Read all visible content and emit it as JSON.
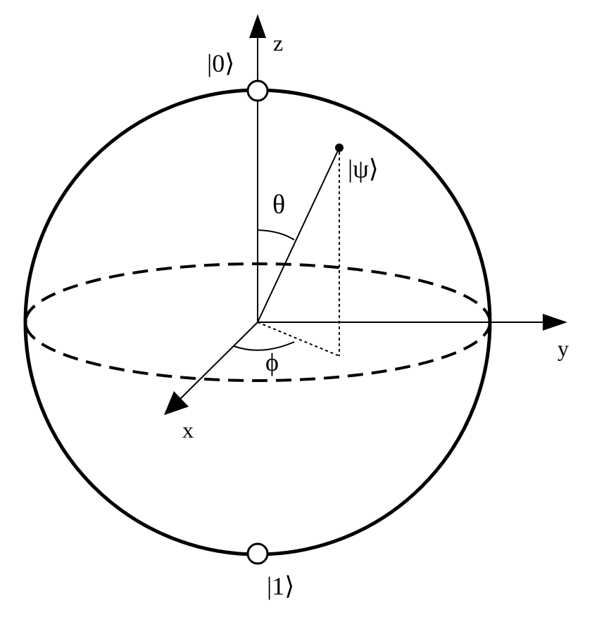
{
  "labels": {
    "ket0": "|0⟩",
    "ket1": "|1⟩",
    "psi": "|ψ⟩",
    "theta": "θ",
    "phi": "ϕ",
    "z": "z",
    "y": "y",
    "x": "x"
  },
  "colors": {
    "stroke": "#000000",
    "background": "#ffffff"
  }
}
